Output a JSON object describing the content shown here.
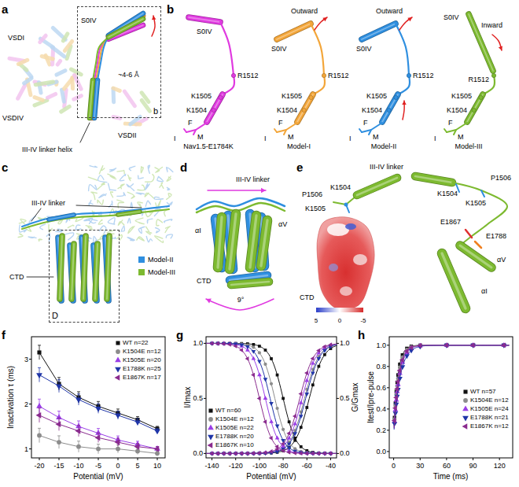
{
  "diagram": {
    "nodes": [
      {
        "text": [
          "b"
        ]
      },
      {
        "text": [
          "D"
        ]
      }
    ],
    "labels": [
      "a",
      "b",
      "c",
      "d",
      "e",
      "f",
      "g",
      "h",
      "S0IV",
      "VSDI",
      "VSDIV",
      "VSDII",
      "~4-6 Å",
      "III-IV linker helix",
      "S0IV",
      "R1512",
      "K1505",
      "K1504",
      "F",
      "I",
      "M",
      "Nav1.5-E1784K",
      "S0IV",
      "Outward",
      "R1512",
      "K1505",
      "K1504",
      "F",
      "I",
      "M",
      "Model-I",
      "S0IV",
      "Outward",
      "R1512",
      "K1505",
      "K1504",
      "F",
      "I",
      "M",
      "Model-II",
      "S0IV",
      "Inward",
      "R1512",
      "K1505",
      "K1504",
      "F",
      "I",
      "M",
      "Model-III",
      "III-IV linker",
      "CTD",
      "III-IV linker",
      "αI",
      "αV",
      "CTD",
      "9°",
      "III-IV linker",
      "P1506",
      "K1504",
      "K1505",
      "CTD",
      "K1504",
      "K1505",
      "P1506",
      "E1867",
      "E1788",
      "αV",
      "αI",
      "5",
      "0",
      "-5",
      "Inactivation τ (ms)",
      "1",
      "2",
      "3",
      "-20",
      "-15",
      "-10",
      "-5",
      "0",
      "5",
      "10",
      "Potential (mV)",
      "I/Imax",
      "0.0",
      "0.5",
      "1.0",
      "0.0",
      "0.5",
      "1.0",
      "-140",
      "-120",
      "-100",
      "-80",
      "-60",
      "-40",
      "Potential (mV)",
      "G/Gmax",
      "Itest/Ipre-pulse",
      "0.0",
      "0.2",
      "0.4",
      "0.6",
      "0.8",
      "1.0",
      "0",
      "30",
      "60",
      "90",
      "120",
      "Time (ms)"
    ],
    "legend": [
      {
        "text": "Model-II",
        "color": "#2f8fe0"
      },
      {
        "text": "Model-III",
        "color": "#7dba30"
      },
      {
        "text": "WT n=22"
      },
      {
        "text": "K1504E n=12"
      },
      {
        "text": "K1505E n=20"
      },
      {
        "text": "E1788K n=25"
      },
      {
        "text": "E1867K n=17"
      },
      {
        "text": "WT n=60"
      },
      {
        "text": "K1504E n=12"
      },
      {
        "text": "K1505E n=22"
      },
      {
        "text": "E1788K n=20"
      },
      {
        "text": "E1867K n=10"
      },
      {
        "text": "WT n=57"
      },
      {
        "text": "K1504E n=12"
      },
      {
        "text": "K1505E n=24"
      },
      {
        "text": "E1788K n=21"
      },
      {
        "text": "E1867K n=12"
      }
    ]
  }
}
